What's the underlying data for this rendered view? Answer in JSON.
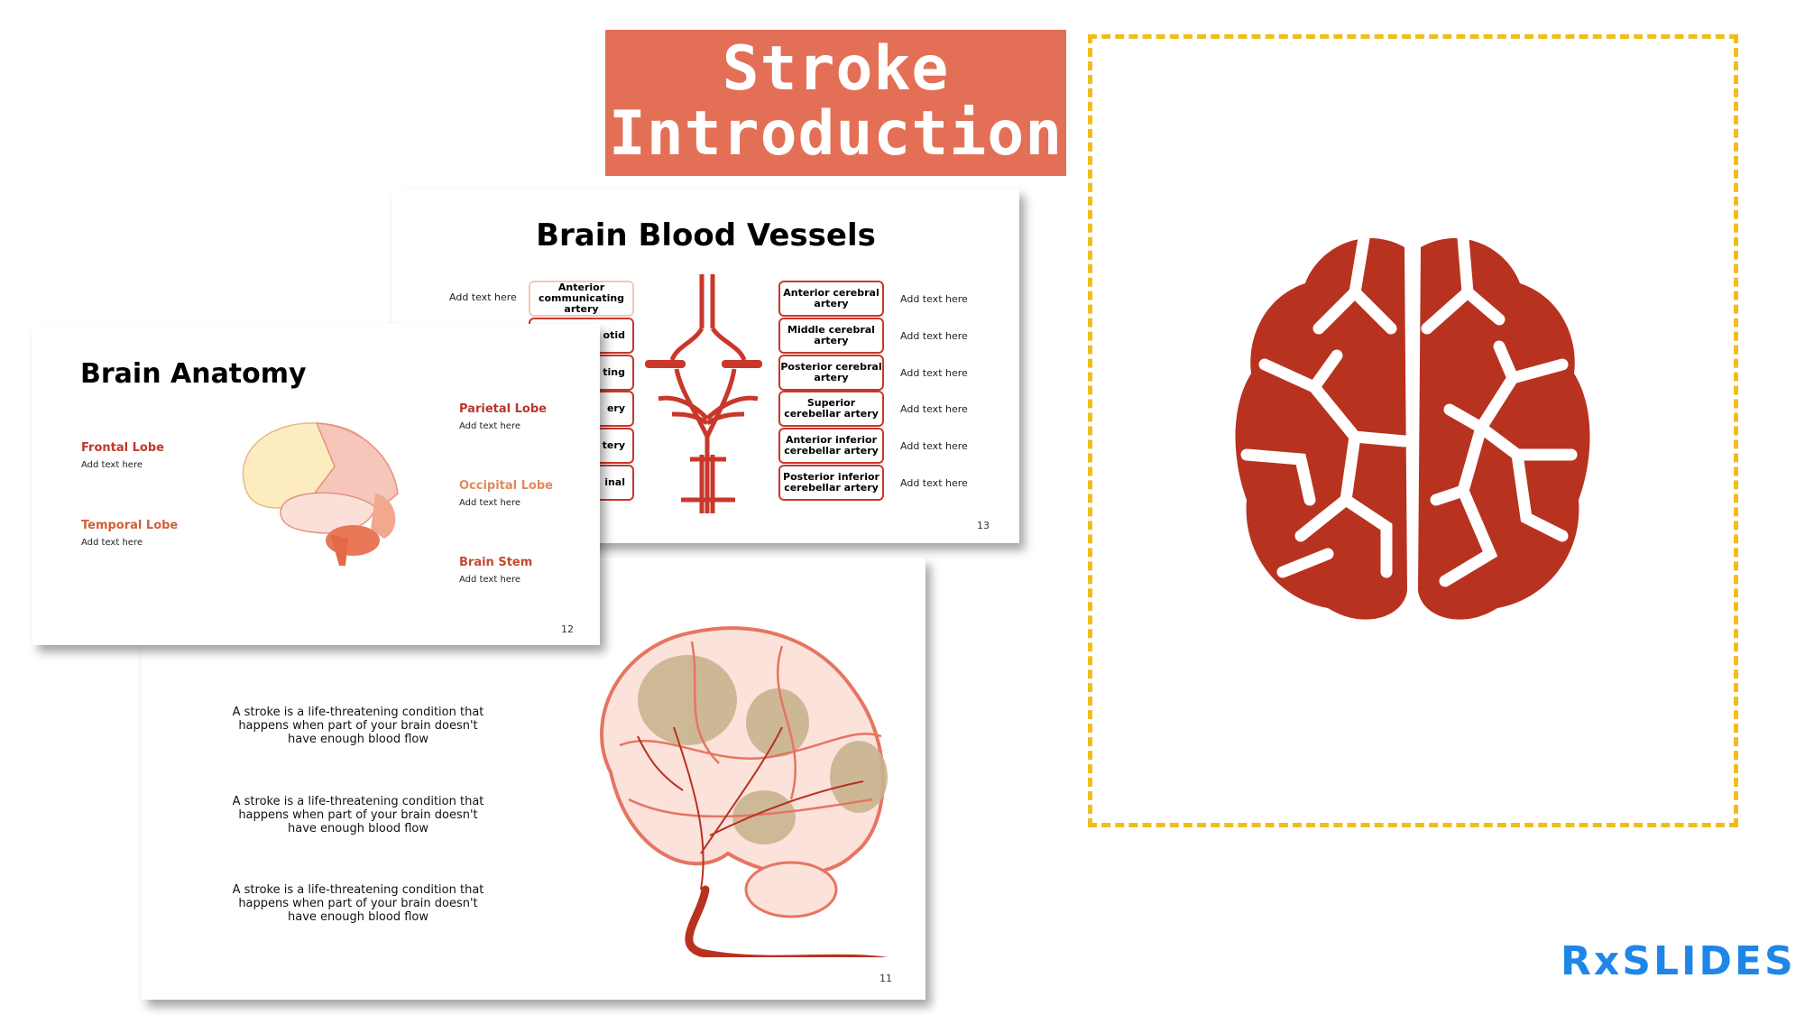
{
  "title": {
    "line1": "Stroke",
    "line2": "Introduction"
  },
  "colors": {
    "title_bg": "#e37056",
    "dash": "#f2bd1c",
    "brain_icon": "#b83220",
    "logo": "#1f86e8",
    "artery": "#c9372a"
  },
  "slide13": {
    "title": "Brain Blood Vessels",
    "page": "13",
    "left_boxes": [
      "Anterior communicating artery",
      "otid",
      "r ting",
      "ery",
      "tery",
      "inal"
    ],
    "left_note": "Add text here",
    "right_boxes": [
      "Anterior cerebral artery",
      "Middle cerebral artery",
      "Posterior cerebral artery",
      "Superior cerebellar artery",
      "Anterior inferior cerebellar artery",
      "Posterior inferior cerebellar artery"
    ],
    "right_notes": [
      "Add text here",
      "Add text here",
      "Add text here",
      "Add text here",
      "Add text here",
      "Add text here"
    ]
  },
  "slide12": {
    "title": "Brain Anatomy",
    "page": "12",
    "lobes": [
      {
        "name": "Frontal Lobe",
        "text": "Add text here",
        "color": "#c0392b"
      },
      {
        "name": "Temporal Lobe",
        "text": "Add text here",
        "color": "#d0603a"
      },
      {
        "name": "Parietal Lobe",
        "text": "Add text here",
        "color": "#b8372a"
      },
      {
        "name": "Occipital Lobe",
        "text": "Add text here",
        "color": "#e08a5e"
      },
      {
        "name": "Brain Stem",
        "text": "Add text here",
        "color": "#c24a2c"
      }
    ]
  },
  "slide11": {
    "page": "11",
    "texts": [
      "A stroke is a life-threatening condition that happens when part of your brain doesn't have enough blood flow",
      "A stroke is a life-threatening condition that happens when part of your brain doesn't have enough blood flow",
      "A stroke is a life-threatening condition that happens when part of your brain doesn't have enough blood flow"
    ]
  },
  "logo": {
    "text": "RxSLIDES"
  },
  "icons": {
    "main": "brain-icon"
  }
}
